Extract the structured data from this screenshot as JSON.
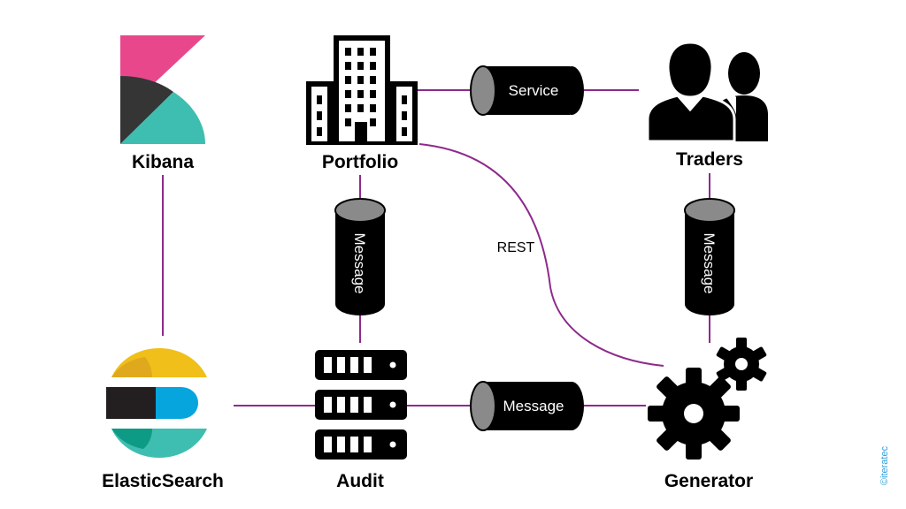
{
  "nodes": {
    "kibana": "Kibana",
    "portfolio": "Portfolio",
    "traders": "Traders",
    "elasticsearch": "ElasticSearch",
    "audit": "Audit",
    "generator": "Generator"
  },
  "connections": {
    "portfolio_traders": "Service",
    "portfolio_audit": "Message",
    "traders_generator": "Message",
    "audit_generator": "Message",
    "portfolio_generator": "REST"
  },
  "copyright": "©iteratec",
  "colors": {
    "connector": "#8e2a8c",
    "pipe": "#000000",
    "pipe_cap": "#8a8a8a",
    "kibana_pink": "#e8488b",
    "kibana_dark": "#353535",
    "kibana_teal": "#3ebeb0",
    "es_yellow": "#f0bf1a",
    "es_dark": "#231f20",
    "es_blue": "#07a5de",
    "es_teal": "#3ebeb0",
    "copyright": "#2b9fd9"
  },
  "icons": {
    "kibana": "kibana-logo",
    "portfolio": "building-icon",
    "traders": "users-icon",
    "elasticsearch": "elasticsearch-logo",
    "audit": "server-stack-icon",
    "generator": "gears-icon"
  }
}
